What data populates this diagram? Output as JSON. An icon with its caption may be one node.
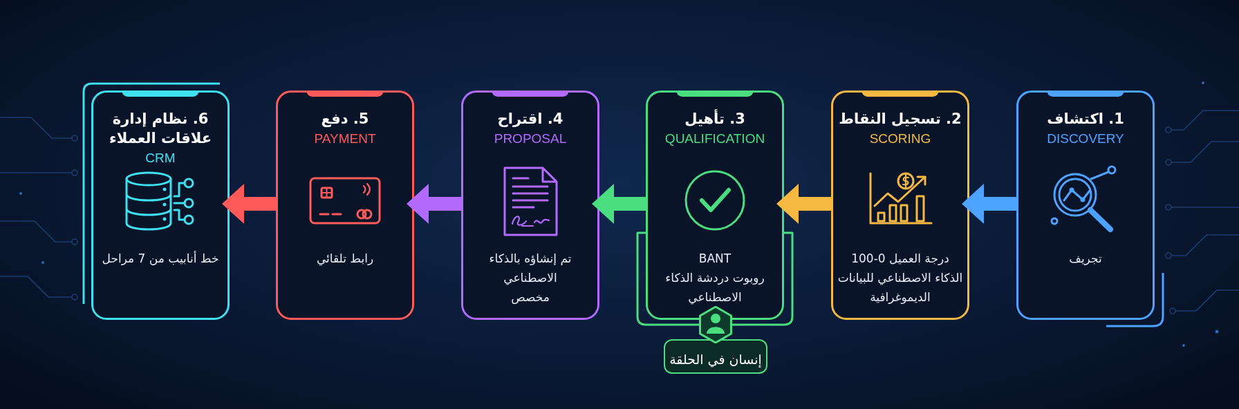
{
  "diagram": {
    "nodes": [
      {
        "text": [
          "1. اكتشاف",
          "DISCOVERY",
          "تجريف"
        ]
      },
      {
        "text": [
          "2. تسجيل النقاط",
          "SCORING",
          "درجة العميل 0-100",
          "الذكاء الاصطناعي للبيانات الديموغرافية"
        ]
      },
      {
        "text": [
          "3. تأهيل",
          "QUALIFICATION",
          "BANT",
          "روبوت دردشة الذكاء الاصطناعي"
        ]
      },
      {
        "text": [
          "4. اقتراح",
          "PROPOSAL",
          "تم إنشاؤه بالذكاء الاصطناعي",
          "مخصص"
        ]
      },
      {
        "text": [
          "5. دفع",
          "PAYMENT",
          "رابط تلقائي"
        ]
      },
      {
        "text": [
          "6. نظام إدارة علاقات العملاء",
          "CRM",
          "خط أنابيب من 7 مراحل"
        ]
      },
      {
        "text": [],
        "shape": "hexagon"
      },
      {
        "text": [
          "إنسان في الحلقة"
        ]
      }
    ],
    "edges": [
      {
        "from": 0,
        "to": 1,
        "arrow": "to",
        "color": "#4da3ff"
      },
      {
        "from": 1,
        "to": 2,
        "arrow": "to",
        "color": "#f5b942"
      },
      {
        "from": 2,
        "to": 3,
        "arrow": "to",
        "color": "#4ade80"
      },
      {
        "from": 3,
        "to": 4,
        "arrow": "to",
        "color": "#b36bff"
      },
      {
        "from": 4,
        "to": 5,
        "arrow": "to",
        "color": "#ff5a5a"
      },
      {
        "from": 2,
        "to": 6,
        "arrow": "none",
        "color": "#4ade80"
      },
      {
        "from": 2,
        "to": 6,
        "arrow": "none",
        "color": "#4ade80"
      }
    ]
  }
}
